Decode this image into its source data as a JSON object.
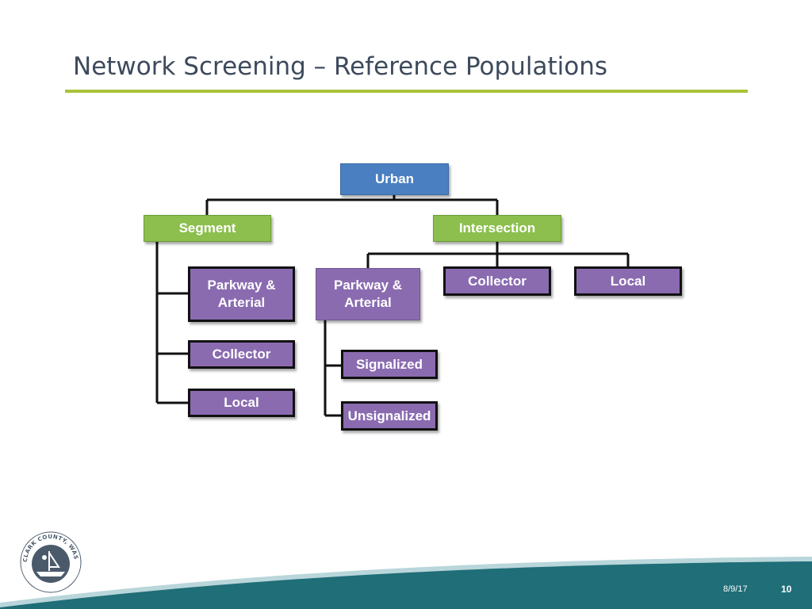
{
  "slide": {
    "title": "Network Screening – Reference Populations",
    "date": "8/9/17",
    "page_number": "10"
  },
  "diagram": {
    "root": "Urban",
    "segment": {
      "label": "Segment",
      "children": [
        "Parkway & Arterial",
        "Collector",
        "Local"
      ]
    },
    "intersection": {
      "label": "Intersection",
      "children": [
        "Parkway & Arterial",
        "Collector",
        "Local"
      ],
      "parkway_children": [
        "Signalized",
        "Unsignalized"
      ]
    }
  },
  "logo": {
    "text": "CLARK COUNTY, WASHINGTON"
  },
  "colors": {
    "title": "#3d4a5c",
    "rule": "#a8c23a",
    "root_box": "#4a7fc1",
    "category_box": "#8cbf4d",
    "leaf_box": "#8a6bb0",
    "footer": "#1f6e78"
  }
}
